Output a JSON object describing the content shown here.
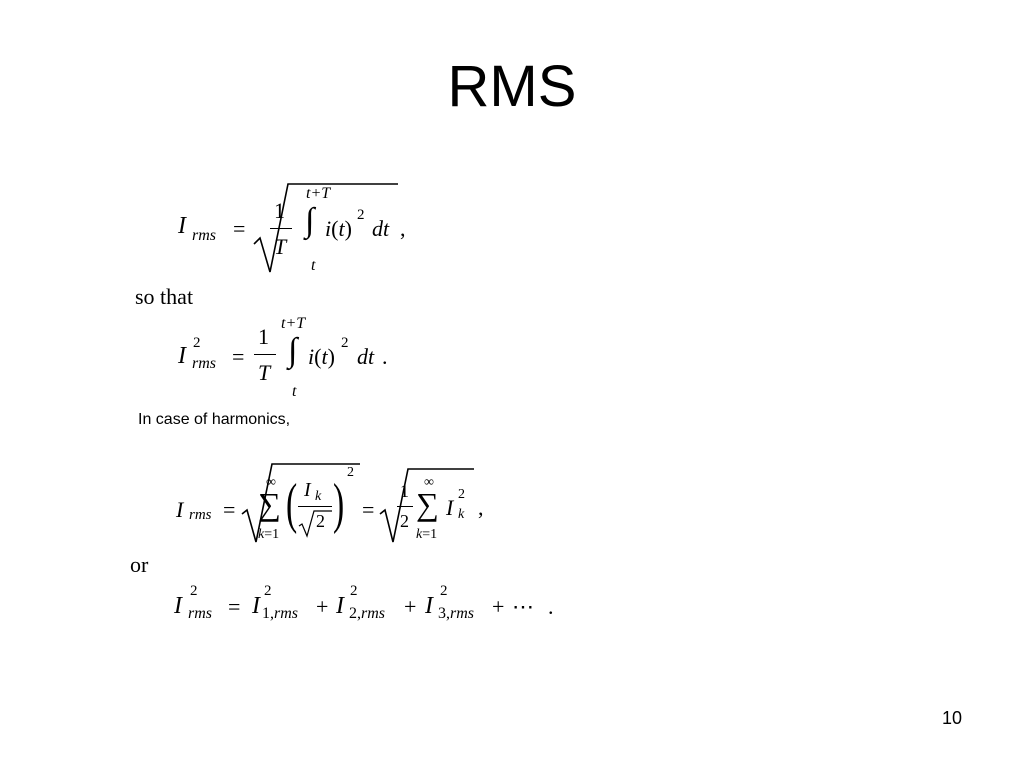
{
  "slide": {
    "title": "RMS",
    "text_so_that": "so that",
    "text_harmonics": "In case of harmonics,",
    "text_or": "or",
    "page_number": "10"
  },
  "equations": {
    "eq1": "I_rms = sqrt( (1/T) ∫_t^{t+T} i(t)^2 dt ) ,",
    "eq2": "I_rms^2 = (1/T) ∫_t^{t+T} i(t)^2 dt .",
    "eq3": "I_rms = sqrt( Σ_{k=1}^{∞} (I_k/√2)^2 ) = sqrt( (1/2) Σ_{k=1}^{∞} I_k^2 ) ,",
    "eq4": "I_rms^2 = I_{1,rms}^2 + I_{2,rms}^2 + I_{3,rms}^2 + ⋯ ."
  }
}
